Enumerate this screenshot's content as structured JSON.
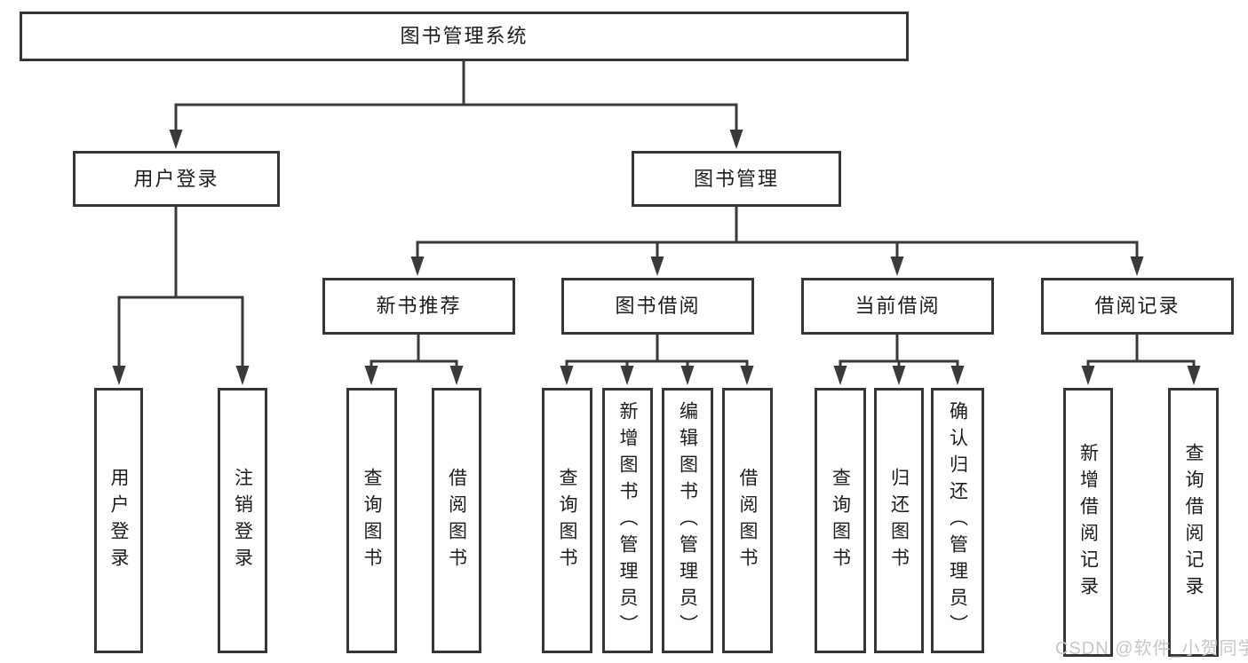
{
  "diagram": {
    "root": {
      "label": "图书管理系统"
    },
    "branches": {
      "user_login": {
        "label": "用户登录",
        "children": {
          "login": {
            "label": "用户登录"
          },
          "logout": {
            "label": "注销登录"
          }
        }
      },
      "book_mgmt": {
        "label": "图书管理",
        "children": {
          "new_book_rec": {
            "label": "新书推荐",
            "children": {
              "query_books": {
                "label": "查询图书"
              },
              "borrow_books": {
                "label": "借阅图书"
              }
            }
          },
          "book_borrow": {
            "label": "图书借阅",
            "children": {
              "query_books": {
                "label": "查询图书"
              },
              "add_books": {
                "label": "新增图书（管理员）"
              },
              "edit_books": {
                "label": "编辑图书（管理员）"
              },
              "borrow_books": {
                "label": "借阅图书"
              }
            }
          },
          "current_borrow": {
            "label": "当前借阅",
            "children": {
              "query_books": {
                "label": "查询图书"
              },
              "return_books": {
                "label": "归还图书"
              },
              "confirm_return": {
                "label": "确认归还（管理员）"
              }
            }
          },
          "borrow_records": {
            "label": "借阅记录",
            "children": {
              "add_record": {
                "label": "新增借阅记录"
              },
              "query_record": {
                "label": "查询借阅记录"
              }
            }
          }
        }
      }
    },
    "colors": {
      "line": "#3a3a3a",
      "box_border": "#363636",
      "text": "#1c1c1c",
      "watermark": "#c7c7c7",
      "background": "#ffffff"
    }
  },
  "watermark": {
    "text": "CSDN @软件_小贺同学"
  }
}
